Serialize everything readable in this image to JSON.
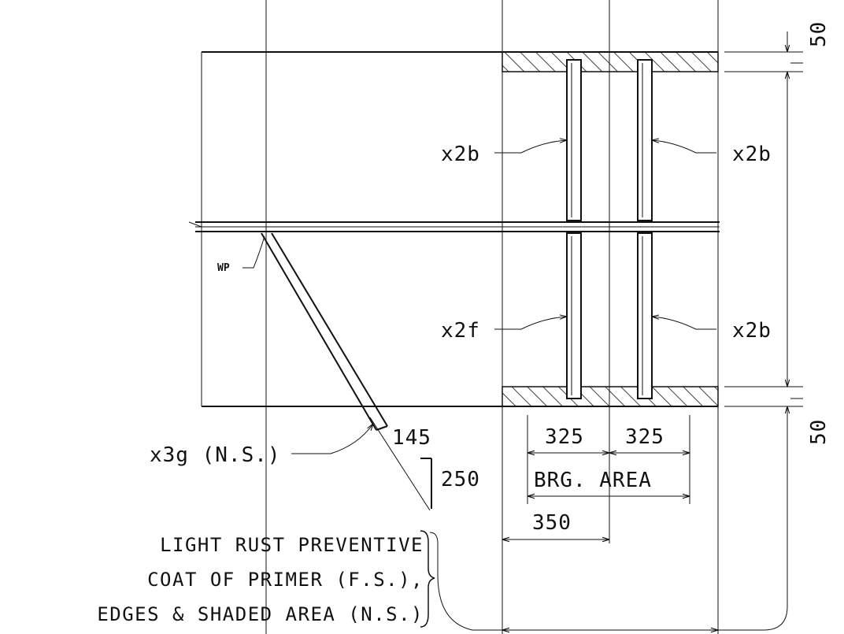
{
  "labels": {
    "x2b_left": "x2b",
    "x2b_right_top": "x2b",
    "x2f": "x2f",
    "x2b_right_bottom": "x2b",
    "x3g": "x3g (N.S.)",
    "wp": "WP"
  },
  "dims": {
    "top_50": "50",
    "bottom_50": "50",
    "d145": "145",
    "d250": "250",
    "d325_a": "325",
    "d325_b": "325",
    "d350": "350",
    "brg_area": "BRG. AREA"
  },
  "note": {
    "line1": "LIGHT RUST PREVENTIVE",
    "line2": "COAT OF PRIMER (F.S.),",
    "line3": "EDGES & SHADED AREA (N.S.)"
  }
}
